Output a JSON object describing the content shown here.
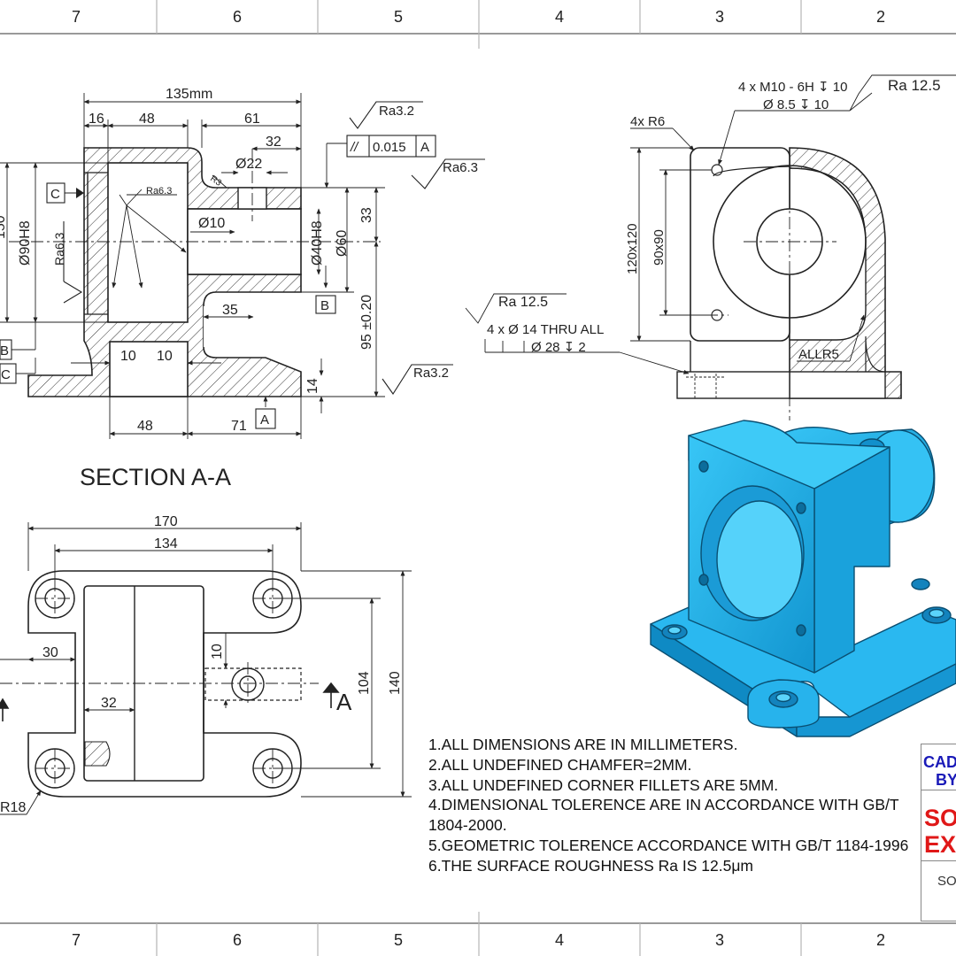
{
  "zone_numbers": [
    "7",
    "6",
    "5",
    "4",
    "3",
    "2"
  ],
  "section": {
    "title": "SECTION A-A",
    "dims": {
      "overall": "135mm",
      "d16": "16",
      "d48": "48",
      "d61": "61",
      "d32": "32",
      "dia22": "Ø22",
      "r3": "R3",
      "dia10": "Ø10",
      "dia90": "Ø90H8",
      "dia40": "Ø40H8",
      "dia60": "Ø60",
      "d33": "33",
      "d95": "95 ±0.20",
      "d35": "35",
      "d10a": "10",
      "d10b": "10",
      "d14": "14",
      "b48": "48",
      "b71": "71",
      "left_cut": "150"
    },
    "roughness": {
      "ra32_top": "Ra3.2",
      "ra63_right": "Ra6.3",
      "ra63_inner": "Ra6.3",
      "ra63_left": "Ra6.3",
      "ra32_bottom": "Ra3.2"
    },
    "tolerance": {
      "symbol": "//",
      "value": "0.015",
      "datum": "A"
    },
    "datums": {
      "c": "C",
      "b_left": "B",
      "c_left": "C",
      "b_right": "B",
      "a": "A"
    }
  },
  "front": {
    "thread_line1": "4 x  M10 - 6H ↧ 10",
    "thread_line2": "Ø 8.5 ↧ 10",
    "thread_ra": "Ra  12.5",
    "r6": "4x R6",
    "d120": "120x120",
    "d90": "90x90",
    "allr5": "ALLR5",
    "hole_ra": "Ra  12.5",
    "hole_line1": "4 x  Ø  14 THRU ALL",
    "hole_line2": "Ø 28 ↧ 2"
  },
  "top": {
    "d170": "170",
    "d134": "134",
    "d30": "30",
    "d10": "10",
    "d32": "32",
    "d104": "104",
    "d140": "140",
    "cut": "A",
    "r18": "R18"
  },
  "notes": [
    "1.ALL DIMENSIONS ARE IN MILLIMETERS.",
    "2.ALL UNDEFINED CHAMFER=2MM.",
    "3.ALL UNDEFINED CORNER FILLETS ARE 5MM.",
    "4.DIMENSIONAL TOLERENCE ARE IN ACCORDANCE WITH GB/T 1804-2000.",
    "5.GEOMETRIC TOLERENCE ACCORDANCE WITH GB/T 1184-1996",
    "6.THE SURFACE ROUGHNESS Ra IS 12.5μm"
  ],
  "title_block": {
    "line1": "CAD",
    "line2": "BY",
    "line3": "SO",
    "line4": "EX",
    "line5": "SO"
  },
  "colors": {
    "part_blue": "#22b4ee",
    "part_dark": "#0e7cb0",
    "line": "#222222",
    "cad_blue": "#1a1ab8",
    "so_red": "#e01818"
  }
}
